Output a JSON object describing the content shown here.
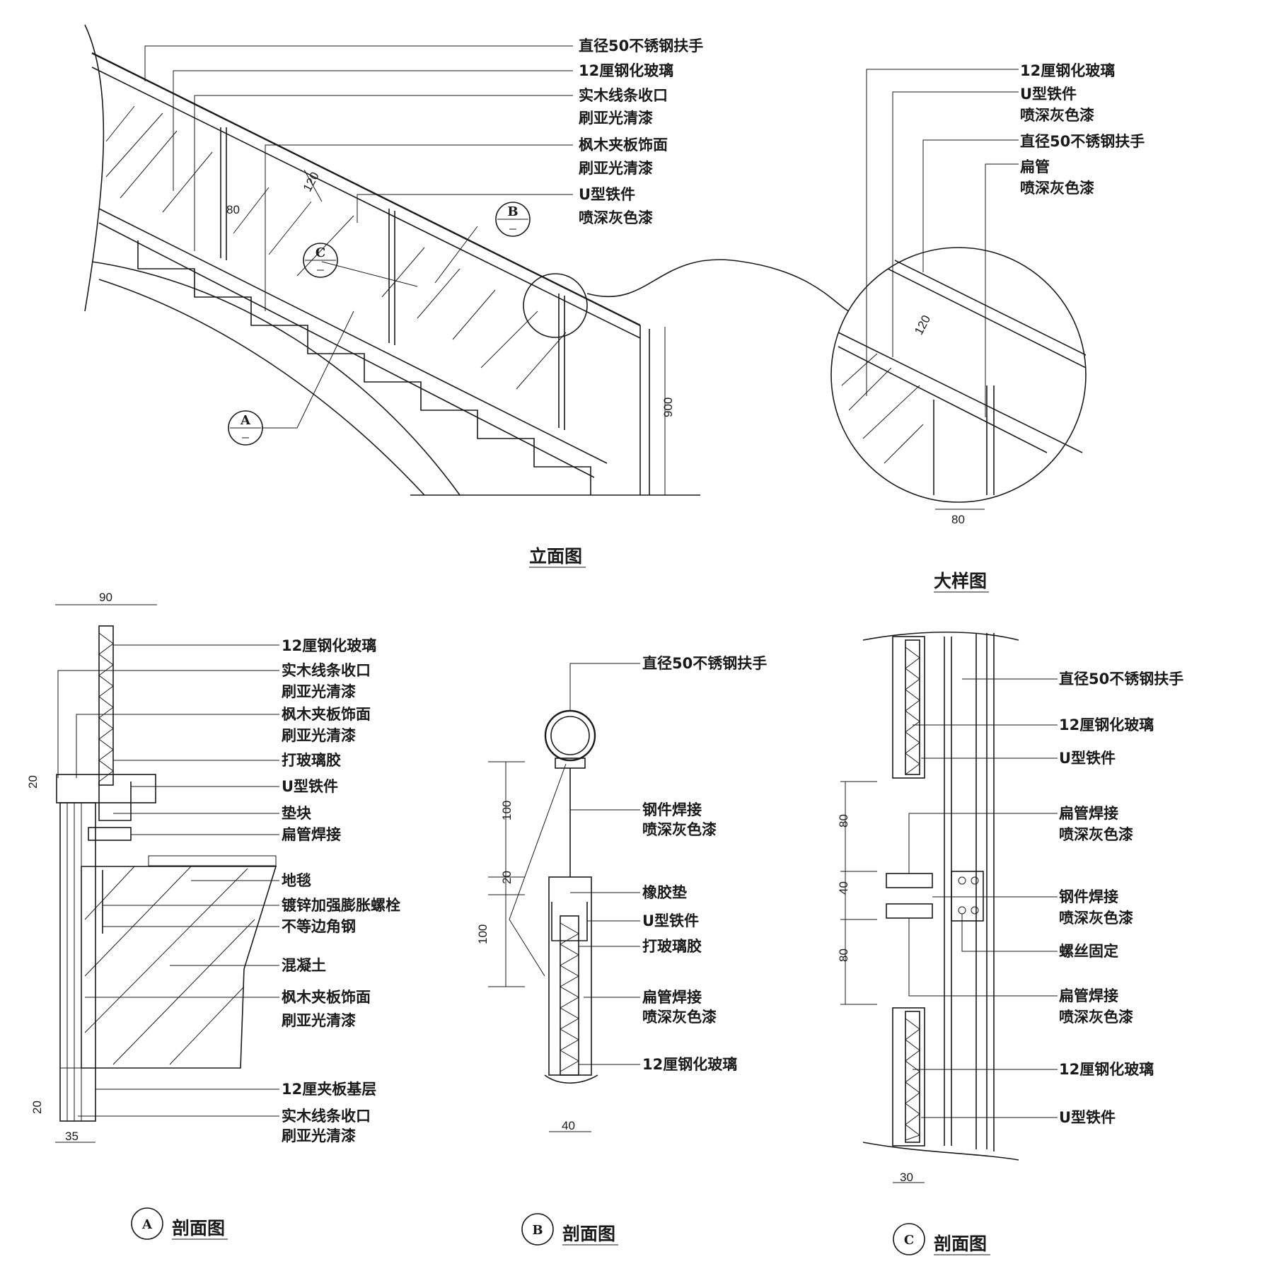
{
  "elevation": {
    "title": "立面图",
    "labels": [
      "直径50不锈钢扶手",
      "12厘钢化玻璃",
      "实木线条收口",
      "刷亚光清漆",
      "枫木夹板饰面",
      "刷亚光清漆",
      "U型铁件",
      "喷深灰色漆"
    ],
    "dims": [
      "120",
      "80",
      "900"
    ],
    "callouts": [
      "A",
      "B",
      "C"
    ]
  },
  "detail": {
    "title": "大样图",
    "labels": [
      "12厘钢化玻璃",
      "U型铁件",
      "喷深灰色漆",
      "直径50不锈钢扶手",
      "扁管",
      "喷深灰色漆"
    ],
    "dims": [
      "120",
      "80"
    ]
  },
  "section_a": {
    "mark": "A",
    "title": "剖面图",
    "labels": [
      "12厘钢化玻璃",
      "实木线条收口",
      "刷亚光清漆",
      "枫木夹板饰面",
      "刷亚光清漆",
      "打玻璃胶",
      "U型铁件",
      "垫块",
      "扁管焊接",
      "地毯",
      "镀锌加强膨胀螺栓",
      "不等边角钢",
      "混凝土",
      "枫木夹板饰面",
      "刷亚光清漆",
      "12厘夹板基层",
      "实木线条收口",
      "刷亚光清漆"
    ],
    "dims": [
      "90",
      "20",
      "20",
      "35"
    ]
  },
  "section_b": {
    "mark": "B",
    "title": "剖面图",
    "labels": [
      "直径50不锈钢扶手",
      "钢件焊接",
      "喷深灰色漆",
      "橡胶垫",
      "U型铁件",
      "打玻璃胶",
      "扁管焊接",
      "喷深灰色漆",
      "12厘钢化玻璃"
    ],
    "dims": [
      "100",
      "20",
      "100",
      "40"
    ]
  },
  "section_c": {
    "mark": "C",
    "title": "剖面图",
    "labels": [
      "直径50不锈钢扶手",
      "12厘钢化玻璃",
      "U型铁件",
      "扁管焊接",
      "喷深灰色漆",
      "钢件焊接",
      "喷深灰色漆",
      "螺丝固定",
      "扁管焊接",
      "喷深灰色漆",
      "12厘钢化玻璃",
      "U型铁件"
    ],
    "dims": [
      "80",
      "40",
      "80",
      "30"
    ]
  }
}
